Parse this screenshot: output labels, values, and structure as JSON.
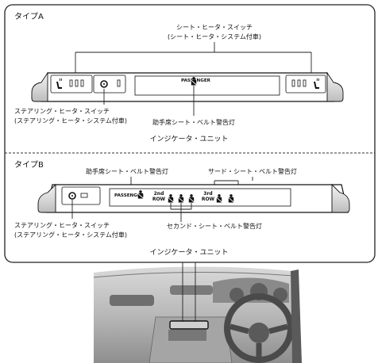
{
  "type_a": {
    "title": "タイプA",
    "seat_heater_switch": "シート・ヒータ・スイッチ",
    "seat_heater_note": "(シート・ヒータ・システム付車)",
    "steering_heater_switch": "ステアリング・ヒータ・スイッチ",
    "steering_heater_note": "(ステアリング・ヒータ・システム付車)",
    "passenger_belt_lamp": "助手席シート・ベルト警告灯",
    "indicator_unit": "インジケータ・ユニット",
    "passenger_text": "PASSENGER"
  },
  "type_b": {
    "title": "タイプB",
    "passenger_belt_lamp": "助手席シート・ベルト警告灯",
    "third_row_belt_lamp": "サード・シート・ベルト警告灯",
    "second_row_belt_lamp": "セカンド・シート・ベルト警告灯",
    "steering_heater_switch": "ステアリング・ヒータ・スイッチ",
    "steering_heater_note": "(ステアリング・ヒータ・システム付車)",
    "indicator_unit": "インジケータ・ユニット",
    "passenger_text": "PASSENGER",
    "row2_line1": "2nd",
    "row2_line2": "ROW",
    "row3_line1": "3rd",
    "row3_line2": "ROW"
  },
  "icons": [
    "seat-heater-icon",
    "steering-heater-icon",
    "seatbelt-warning-icon"
  ]
}
